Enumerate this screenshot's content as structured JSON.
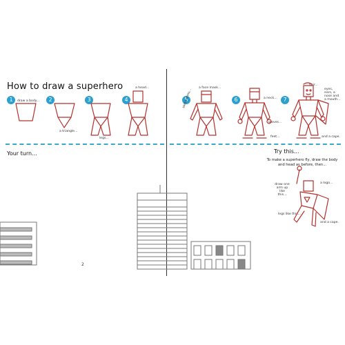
{
  "title": "How to draw a superhero",
  "steps": [
    "1",
    "2",
    "3",
    "4",
    "5",
    "6",
    "7"
  ],
  "notes": {
    "n1": "draw a body...",
    "n2": "a triangle...",
    "n3": "legs...",
    "n4": "a head...",
    "n5_top": "a face mask...",
    "n5_side": "some arms...",
    "n6a": "a neck...",
    "n6b": "gloves...",
    "n6c": "feet...",
    "n7a": "hair...",
    "n7b": "eyes, ears, a nose and a mouth...",
    "n7c": "and a cape."
  },
  "your_turn": "Your turn...",
  "try_this": {
    "heading": "Try this...",
    "text": "To make a superhero fly, draw the body and head as before, then...",
    "arm_note": "draw one arm up like this...",
    "logo_note": "a logo...",
    "legs_note": "legs like this...",
    "cape_note": "and a cape."
  },
  "page_number": "2",
  "colors": {
    "accent": "#39a9c9",
    "ink": "#b5302c"
  }
}
